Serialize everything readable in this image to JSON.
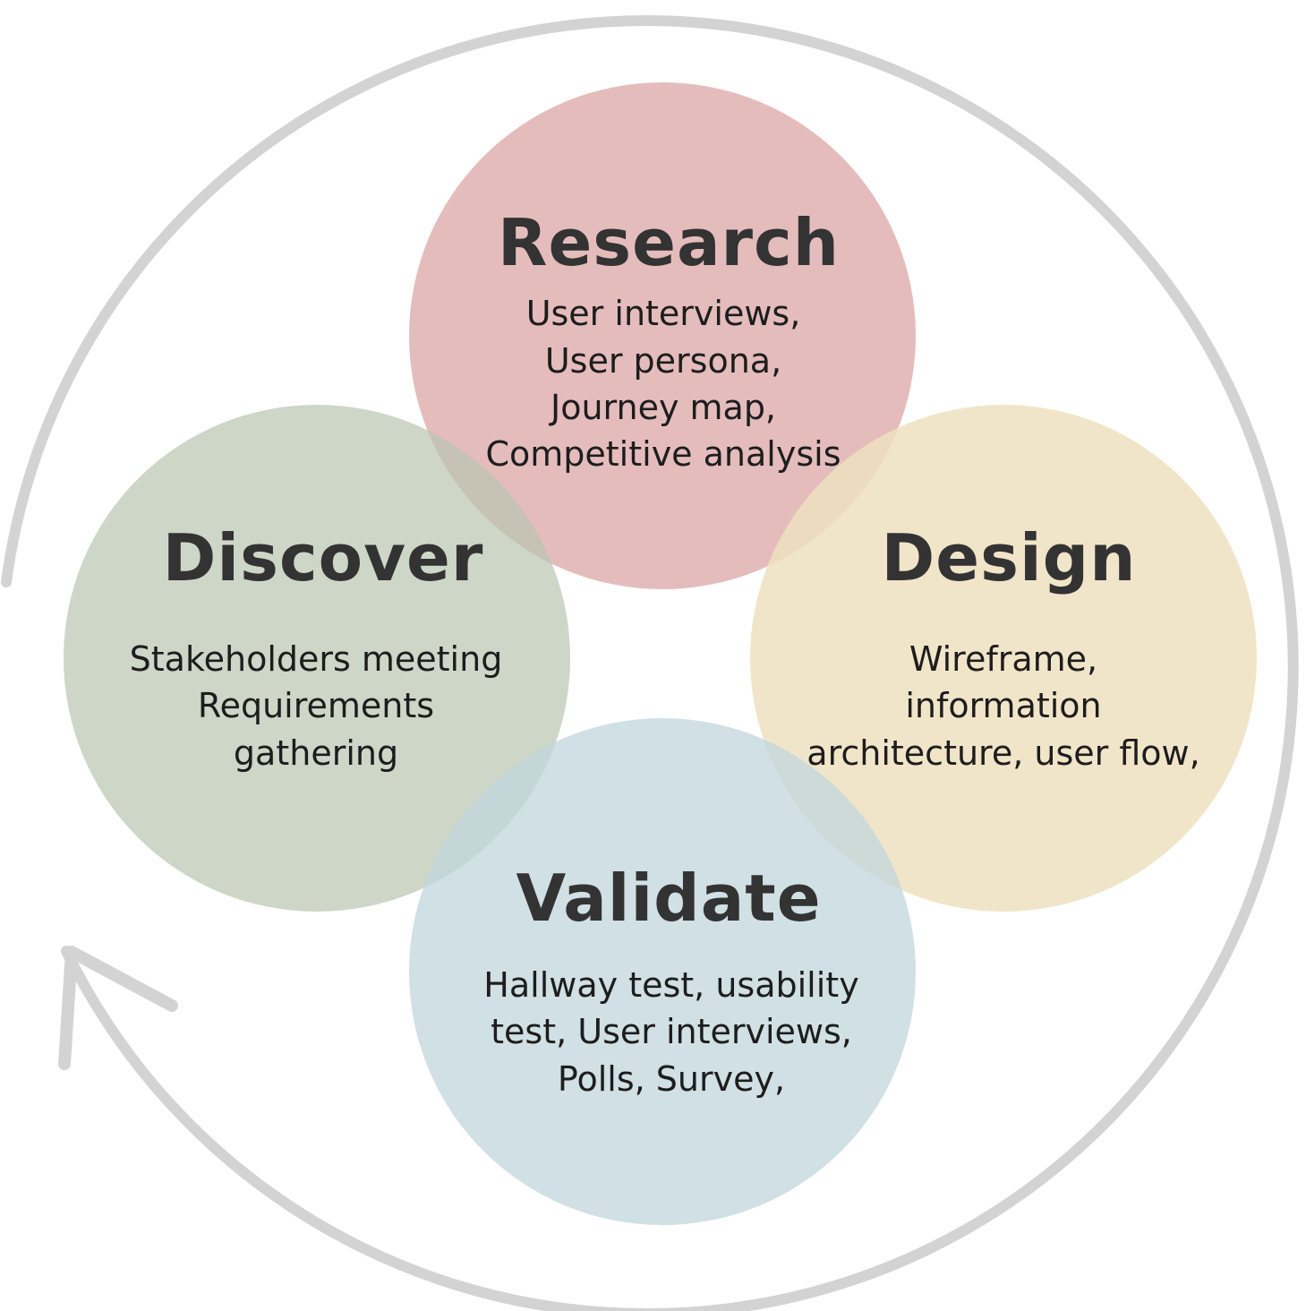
{
  "stages": [
    {
      "id": "research",
      "title": "Research",
      "lines": [
        "User interviews,",
        "User persona,",
        "Journey map,",
        "Competitive analysis"
      ],
      "color": "#e0b0b0"
    },
    {
      "id": "discover",
      "title": "Discover",
      "lines": [
        "Stakeholders meeting",
        "Requirements",
        "gathering"
      ],
      "color": "#b9c4b0"
    },
    {
      "id": "design",
      "title": "Design",
      "lines": [
        "Wireframe,",
        "information",
        "architecture, user flow,"
      ],
      "color": "#efe0c0"
    },
    {
      "id": "validate",
      "title": "Validate",
      "lines": [
        "Hallway test, usability",
        "test, User interviews,",
        "Polls, Survey,"
      ],
      "color": "#c0d6dc"
    }
  ],
  "cycle_arrow": {
    "icon": "circular-arrow-icon",
    "color": "#d3d3d3"
  }
}
